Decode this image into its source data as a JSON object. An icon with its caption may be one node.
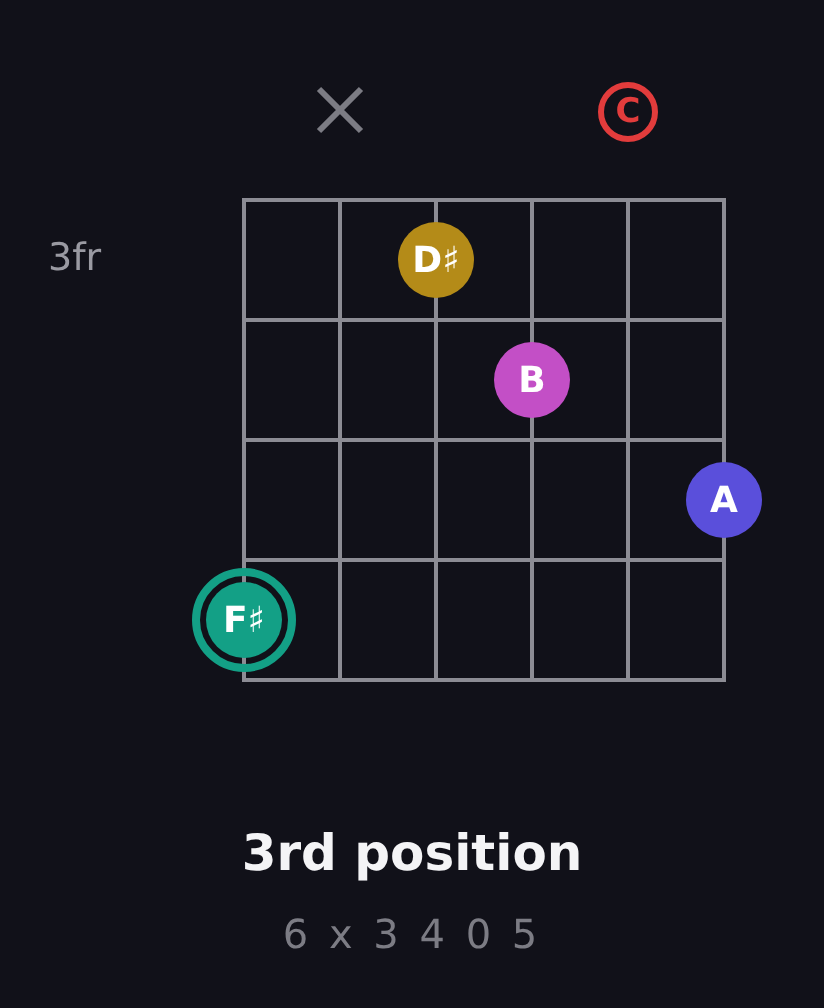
{
  "diagram": {
    "title": "3rd position",
    "caption": "6 x 3 4 0 5",
    "nodes": [
      {
        "text": [
          "C"
        ]
      },
      {
        "text": [
          "D♯"
        ]
      },
      {
        "text": [
          "B"
        ]
      },
      {
        "text": [
          "A"
        ]
      },
      {
        "text": [
          "F♯"
        ]
      }
    ],
    "labels": [
      "3fr"
    ]
  }
}
